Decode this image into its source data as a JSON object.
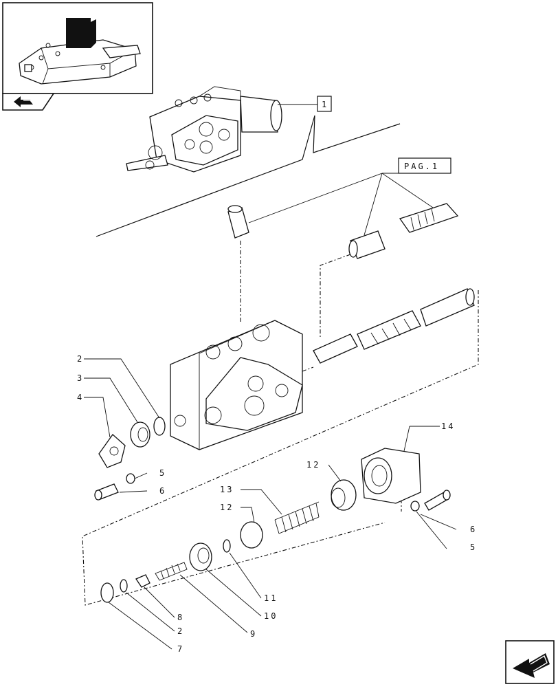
{
  "refs": {
    "ref_box": "1",
    "pag_box": "PAG.1"
  },
  "callouts": [
    {
      "id": "2a",
      "text": "2"
    },
    {
      "id": "3",
      "text": "3"
    },
    {
      "id": "4",
      "text": "4"
    },
    {
      "id": "5a",
      "text": "5"
    },
    {
      "id": "6a",
      "text": "6"
    },
    {
      "id": "14",
      "text": "14"
    },
    {
      "id": "12a",
      "text": "12"
    },
    {
      "id": "13",
      "text": "13"
    },
    {
      "id": "12b",
      "text": "12"
    },
    {
      "id": "6b",
      "text": "6"
    },
    {
      "id": "5b",
      "text": "5"
    },
    {
      "id": "11",
      "text": "11"
    },
    {
      "id": "10",
      "text": "10"
    },
    {
      "id": "8",
      "text": "8"
    },
    {
      "id": "2b",
      "text": "2"
    },
    {
      "id": "9",
      "text": "9"
    },
    {
      "id": "7",
      "text": "7"
    }
  ],
  "icons": {
    "thumbnail": "tractor-lift-cover-icon",
    "prev_nav": "previous-page-arrow-icon",
    "next_nav": "next-page-arrow-icon"
  }
}
